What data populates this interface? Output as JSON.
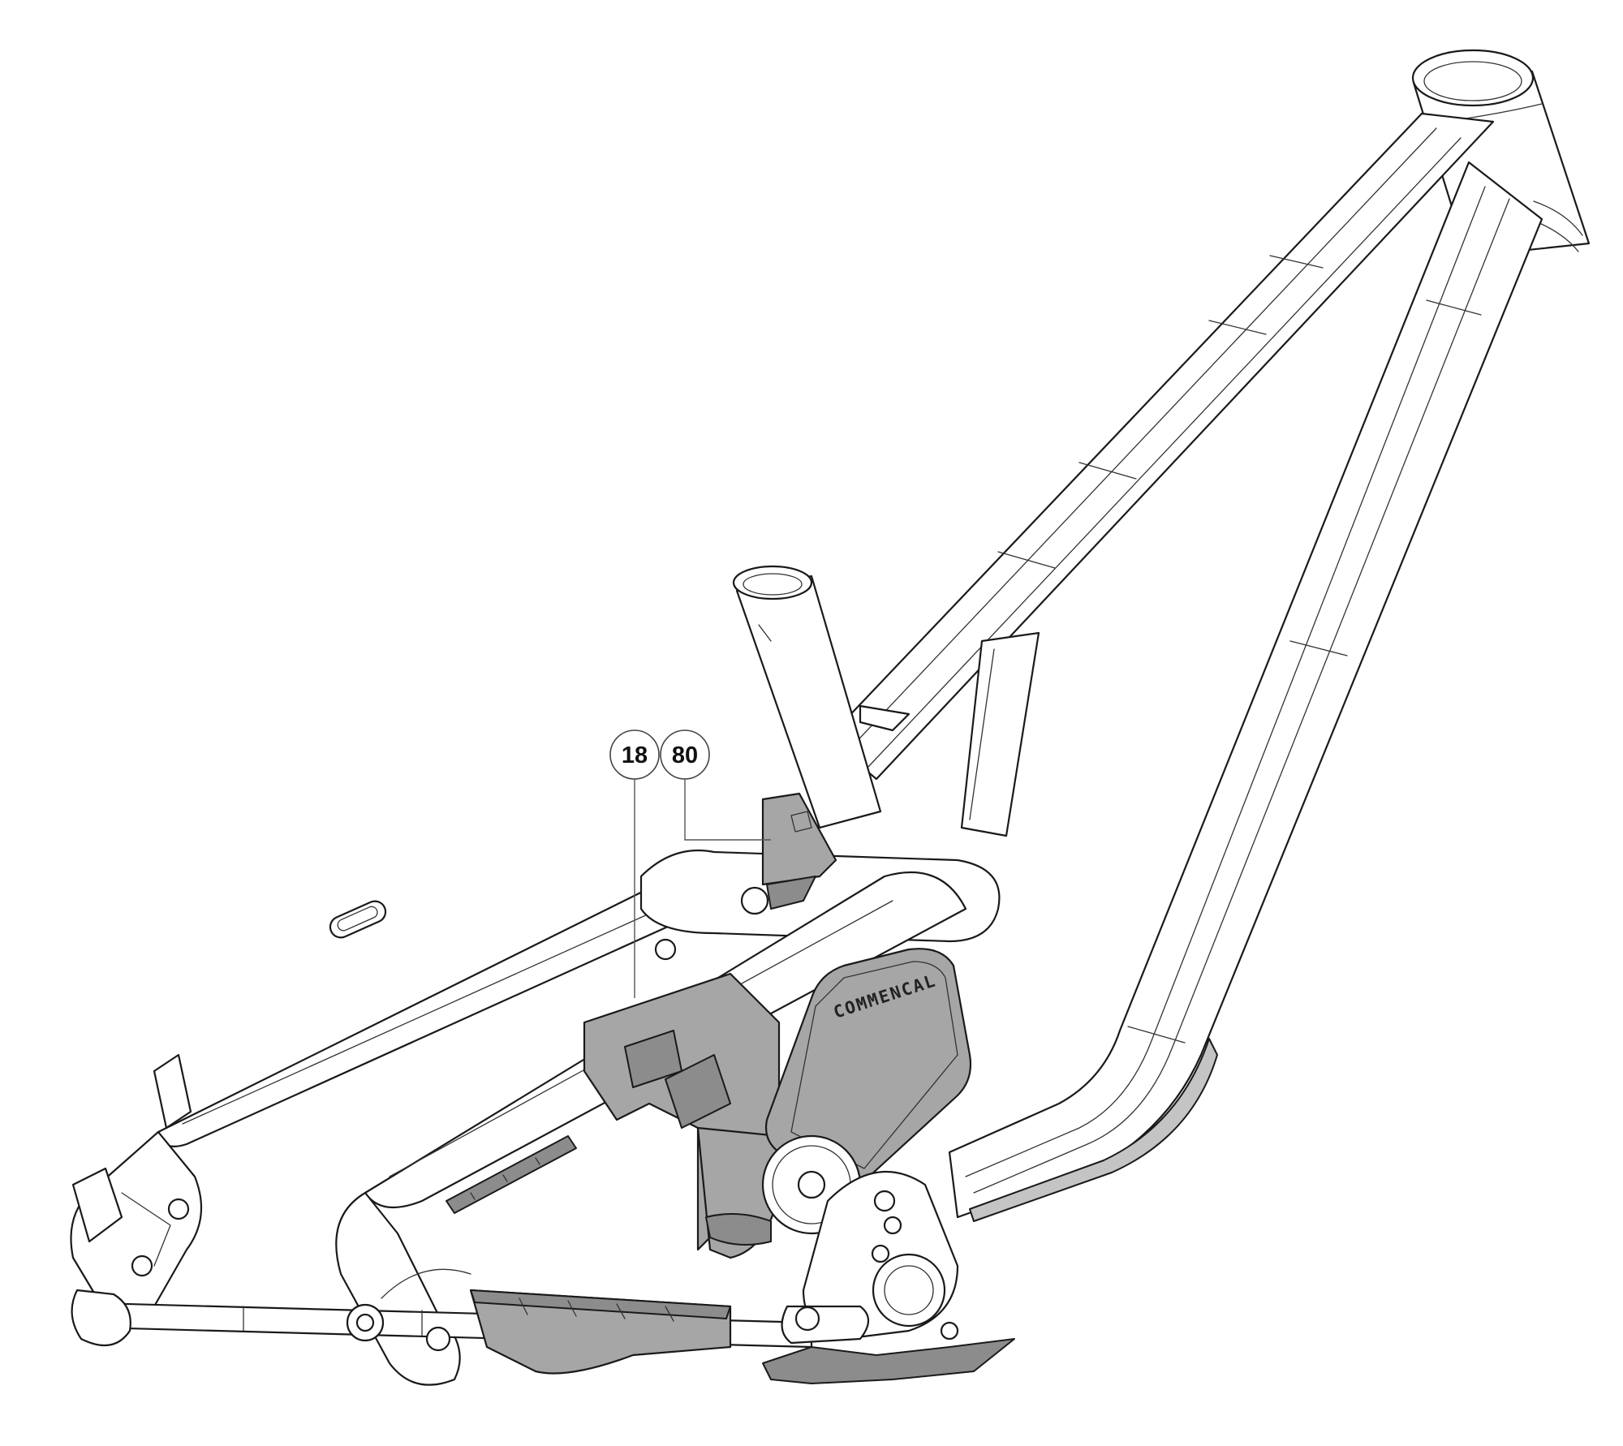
{
  "callouts": [
    {
      "id": "callout-18",
      "label": "18"
    },
    {
      "id": "callout-80",
      "label": "80"
    }
  ],
  "logo": {
    "text": "COMMENCAL"
  },
  "colors": {
    "line": "#1a1a1a",
    "part_fill": "#a6a6a6",
    "background": "#ffffff"
  }
}
